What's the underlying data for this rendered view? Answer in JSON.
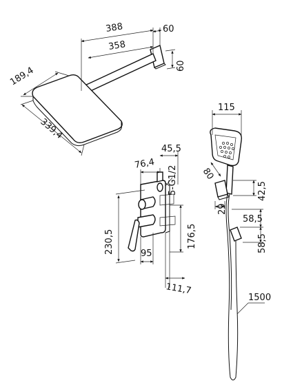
{
  "diagram": {
    "dimensions": {
      "arm_total": "388",
      "arm_length": "358",
      "arm_depth": "60",
      "arm_height": "60",
      "head_width": "189,4",
      "head_length": "339,4",
      "hand_head_width": "115",
      "bracket_offset": "80",
      "bracket_height": "42,5",
      "bracket_small": "29",
      "holder_height_1": "58,5",
      "holder_height_2": "58,5",
      "hose_length": "1500",
      "mixer_width": "76,4",
      "mixer_depth": "45,5",
      "connection": "5-G1/2",
      "mixer_height_total": "230,5",
      "mixer_height": "176,5",
      "handle_offset": "95",
      "mixer_base": "111,7"
    }
  }
}
